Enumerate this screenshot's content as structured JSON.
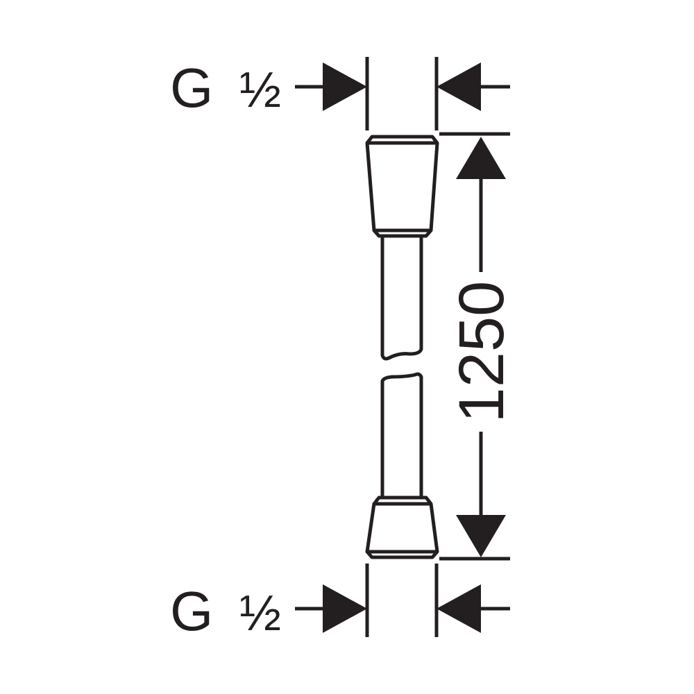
{
  "drawing": {
    "top_connection": {
      "thread_label": "G",
      "size_label": "½"
    },
    "bottom_connection": {
      "thread_label": "G",
      "size_label": "½"
    },
    "length_dimension": "1250",
    "line_color": "#231f20"
  }
}
